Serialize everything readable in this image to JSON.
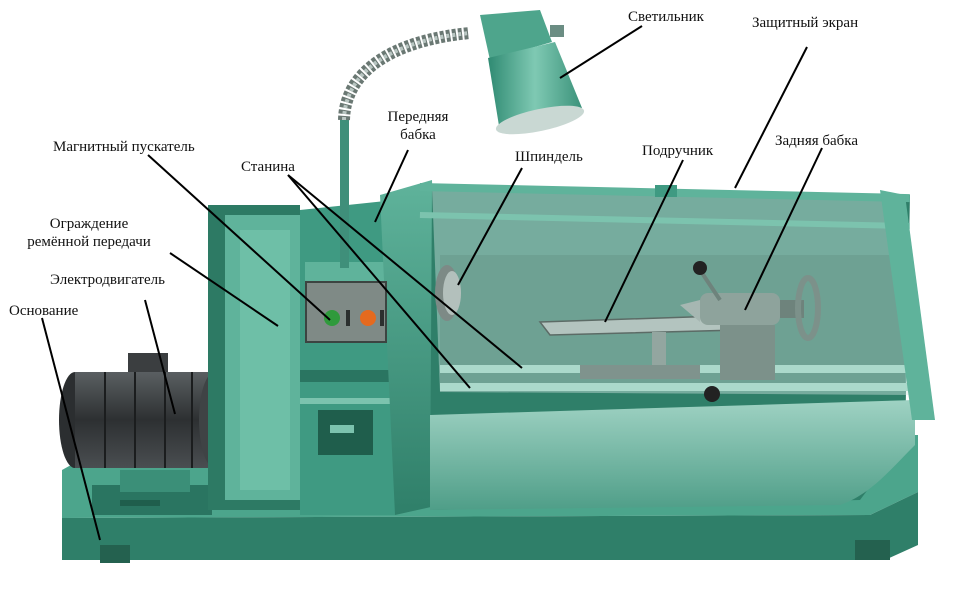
{
  "labels": {
    "lamp": "Светильник",
    "shield": "Защитный экран",
    "headstock_line1": "Передняя",
    "headstock_line2": "бабка",
    "magnetic_starter": "Магнитный пускатель",
    "spindle": "Шпиндель",
    "tool_rest": "Подручник",
    "tailstock": "Задняя бабка",
    "bed": "Станина",
    "belt_guard_line1": "Ограждение",
    "belt_guard_line2": "ремённой передачи",
    "motor": "Электродвигатель",
    "base": "Основание"
  },
  "colors": {
    "machine_body": "#3f9a82",
    "machine_light": "#7cc3ae",
    "machine_dark": "#1f5e4c",
    "shield_glass": "#cfe5e0",
    "motor": "#3a3d3f",
    "button_green": "#2f9a3c",
    "button_orange": "#e56a1f"
  }
}
